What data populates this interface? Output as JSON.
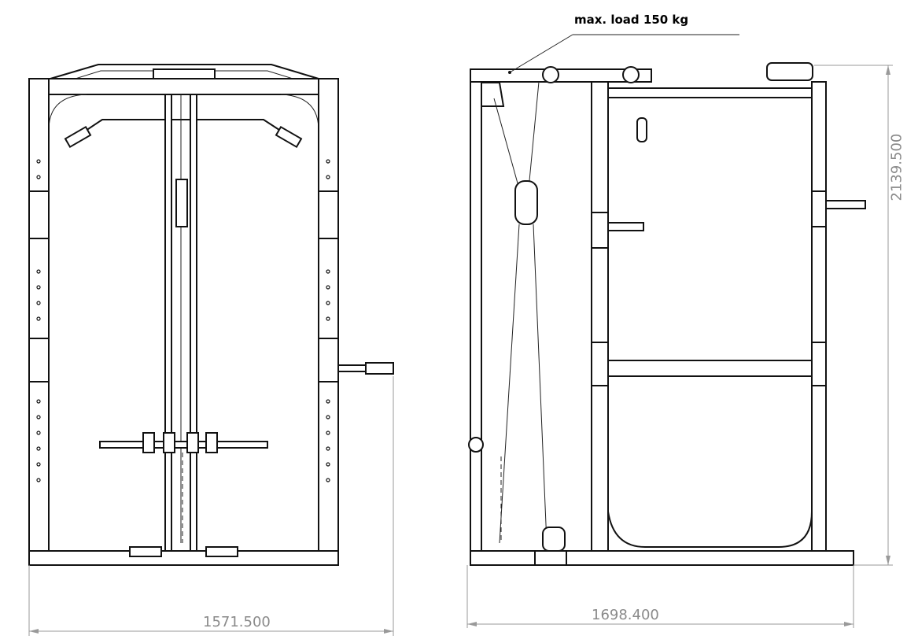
{
  "annotation": {
    "max_load": "max. load 150 kg"
  },
  "dimensions": {
    "front_width": "1571.500",
    "side_depth": "1698.400",
    "height": "2139.500"
  },
  "colors": {
    "lines": "#111111",
    "dimension": "#8a8a8a"
  }
}
